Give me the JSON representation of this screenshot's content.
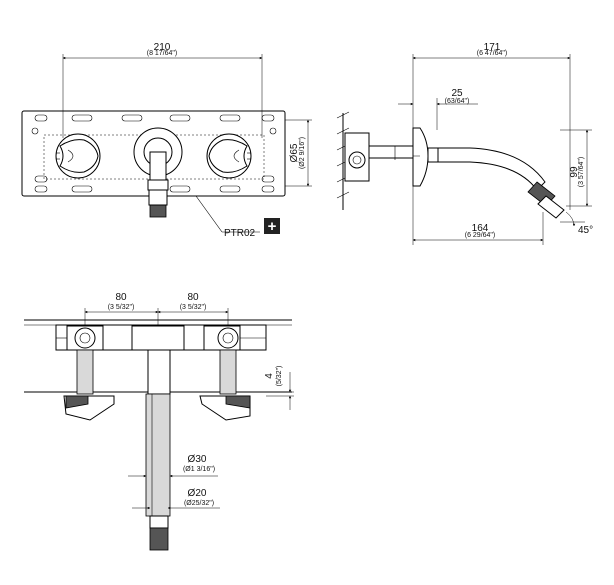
{
  "top_view": {
    "width_mm": "210",
    "width_in": "(8 17/64\")",
    "plate_height_mm": "Ø65",
    "plate_height_in": "(Ø2 9/16\")",
    "callout_label": "PTR02",
    "callout_symbol": "+"
  },
  "side_view": {
    "total_mm": "171",
    "total_in": "(6 47/64\")",
    "offset_mm": "25",
    "offset_in": "(63/64\")",
    "reach_mm": "164",
    "reach_in": "(6 29/64\")",
    "height_mm": "99",
    "height_in": "(3 57/64\")",
    "angle": "45°"
  },
  "front_view": {
    "left_spacing_mm": "80",
    "left_spacing_in": "(3 5/32\")",
    "right_spacing_mm": "80",
    "right_spacing_in": "(3 5/32\")",
    "depth_mm": "4",
    "depth_in": "(5/32\")",
    "pipe_mm": "Ø30",
    "pipe_in": "(Ø1 3/16\")",
    "nozzle_mm": "Ø20",
    "nozzle_in": "(Ø25/32\")"
  }
}
